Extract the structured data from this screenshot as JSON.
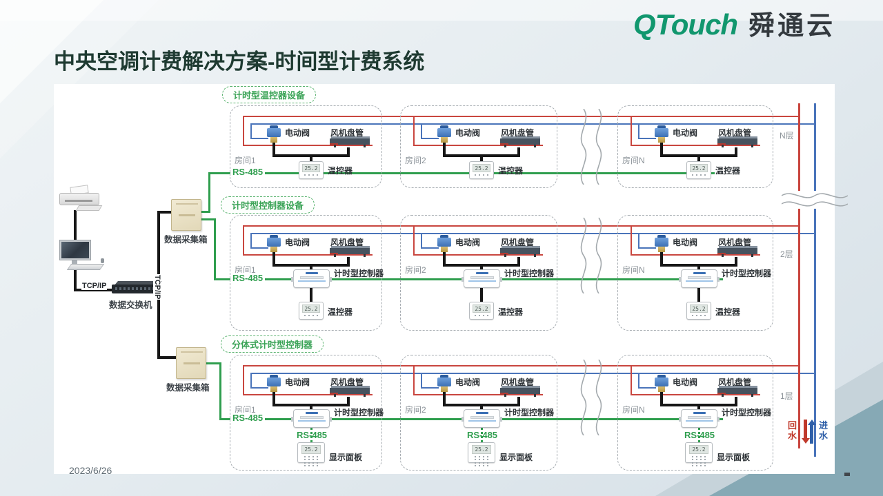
{
  "brand": {
    "logo_en": "QTouch",
    "logo_cn": "舜通云"
  },
  "slide": {
    "title": "中央空调计费解决方案-时间型计费系统",
    "date": "2023/6/26"
  },
  "network": {
    "tcp_ip": "TCP/IP",
    "switch_label": "数据交换机",
    "collector_label_top": "数据采集箱",
    "collector_label_bottom": "数据采集箱"
  },
  "sections": [
    {
      "title": "计时型温控器设备"
    },
    {
      "title": "计时型控制器设备"
    },
    {
      "title": "分体式计时型控制器"
    }
  ],
  "rooms": {
    "r1": "房间1",
    "r2": "房间2",
    "rn": "房间N"
  },
  "devices": {
    "valve": "电动阀",
    "fan_coil": "风机盘管",
    "thermostat": "温控器",
    "controller": "计时型控制器",
    "display_panel": "显示面板",
    "screen_value": "25.2"
  },
  "bus": {
    "rs485": "RS-485"
  },
  "floors": {
    "top": "N层",
    "middle": "2层",
    "bottom": "1层"
  },
  "water": {
    "return_label": "回水",
    "supply_label": "进水"
  },
  "colors": {
    "green_bus": "#2f9e4e",
    "red_pipe": "#c9463f",
    "blue_pipe": "#4a74ba",
    "brand_green": "#11976e",
    "teal_corner": "#86a9b5"
  }
}
